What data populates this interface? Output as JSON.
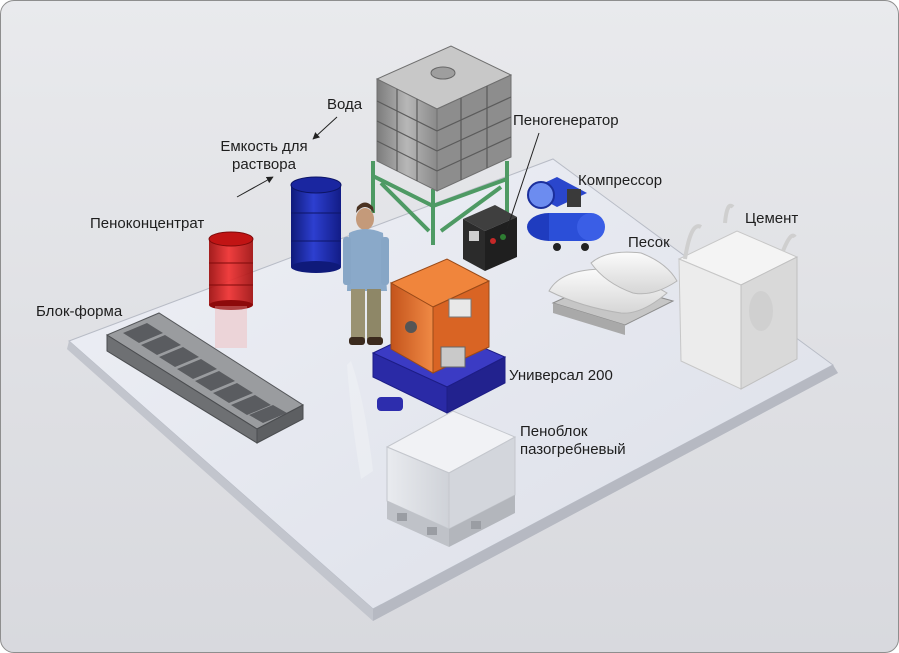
{
  "labels": {
    "water": "Вода",
    "solution_tank_line1": "Емкость для",
    "solution_tank_line2": "раствора",
    "foam_concentrate": "Пеноконцентрат",
    "block_mold": "Блок-форма",
    "foam_generator": "Пеногенератор",
    "compressor": "Компрессор",
    "cement": "Цемент",
    "sand": "Песок",
    "universal_machine": "Универсал 200",
    "foam_block_line1": "Пеноблок",
    "foam_block_line2": "пазогребневый"
  },
  "colors": {
    "floor": "#e4e6ee",
    "water_barrel": "#1f2fae",
    "concentrate_barrel": "#e01d1d",
    "mixer_body": "#e06a2a",
    "mixer_base": "#3131b8",
    "compressor": "#2b4fd8",
    "frame": "#4e9a64",
    "tank": "#9a9a9a",
    "mold": "#7d7f82"
  }
}
